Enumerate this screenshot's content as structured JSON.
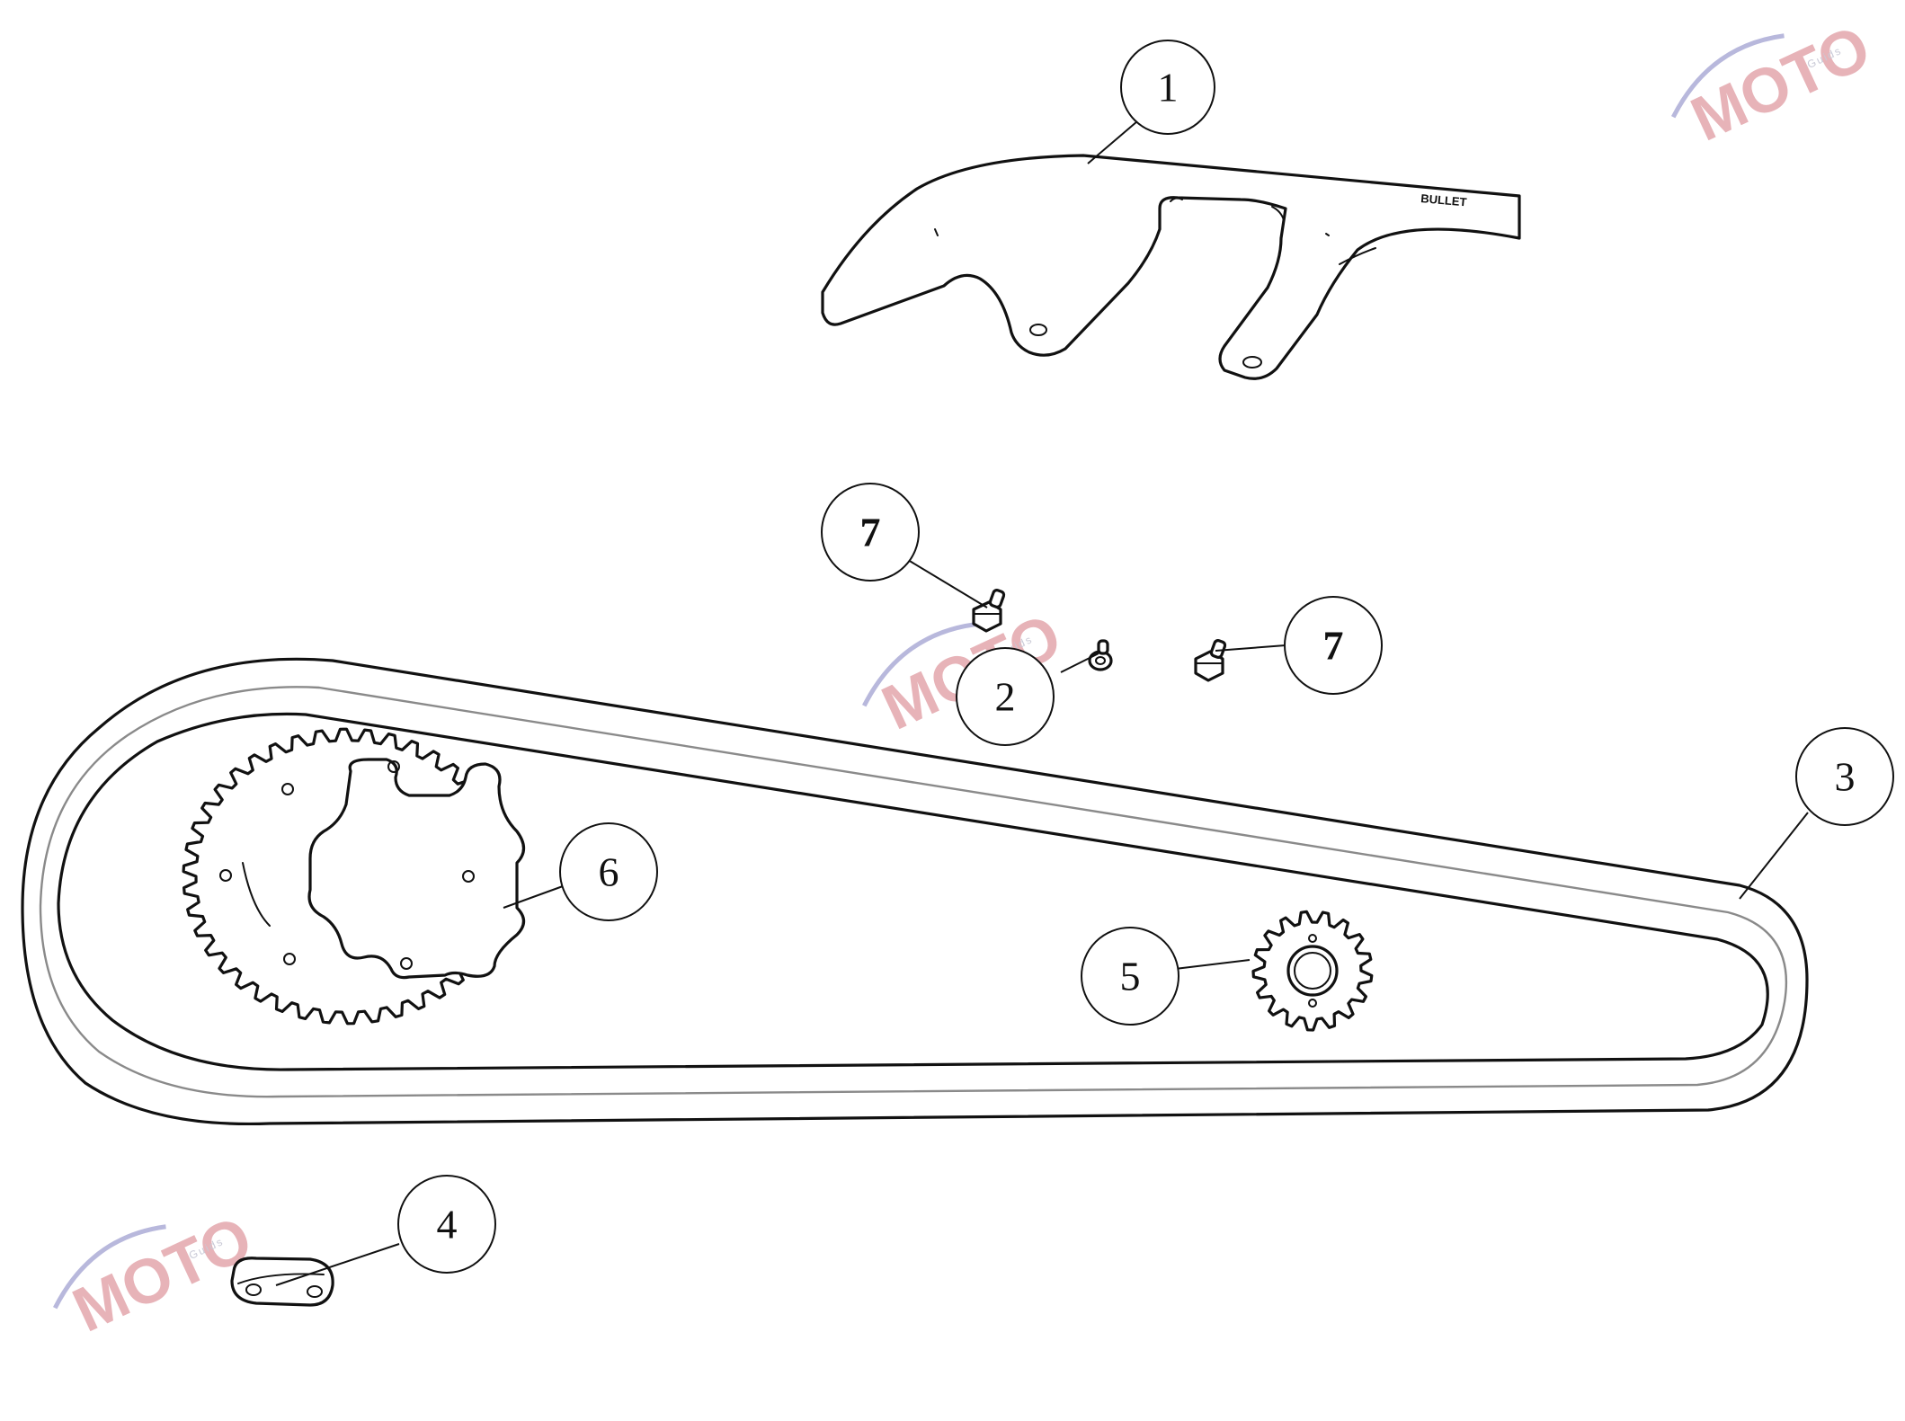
{
  "callouts": [
    {
      "id": "1",
      "label": "1"
    },
    {
      "id": "2",
      "label": "2"
    },
    {
      "id": "3",
      "label": "3"
    },
    {
      "id": "4",
      "label": "4"
    },
    {
      "id": "5",
      "label": "5"
    },
    {
      "id": "6",
      "label": "6"
    },
    {
      "id": "7a",
      "label": "7"
    },
    {
      "id": "7b",
      "label": "7"
    }
  ],
  "chain_guard": {
    "text": "BULLET"
  },
  "watermark": {
    "brand": "MOTO",
    "sub": "Guids"
  },
  "colors": {
    "line": "#111111",
    "chain_inner": "#8a8a8a",
    "watermark_red": "#e7b3b8",
    "watermark_blue": "#b8b8dc"
  }
}
